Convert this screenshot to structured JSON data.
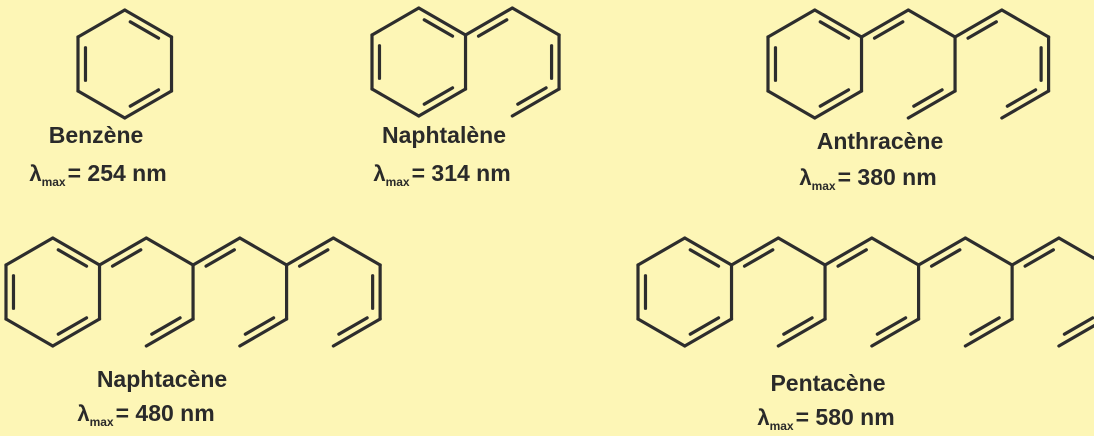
{
  "molecules": [
    {
      "name": "Benzène",
      "lambda_symbol": "λ",
      "lambda_sub": "max",
      "lambda_value": "= 254 nm",
      "rings": 1
    },
    {
      "name": "Naphtalène",
      "lambda_symbol": "λ",
      "lambda_sub": "max",
      "lambda_value": "= 314 nm",
      "rings": 2
    },
    {
      "name": "Anthracène",
      "lambda_symbol": "λ",
      "lambda_sub": "max",
      "lambda_value": "= 380 nm",
      "rings": 3
    },
    {
      "name": "Naphtacène",
      "lambda_symbol": "λ",
      "lambda_sub": "max",
      "lambda_value": "= 480 nm",
      "rings": 4
    },
    {
      "name": "Pentacène",
      "lambda_symbol": "λ",
      "lambda_sub": "max",
      "lambda_value": "= 580 nm",
      "rings": 5
    }
  ]
}
